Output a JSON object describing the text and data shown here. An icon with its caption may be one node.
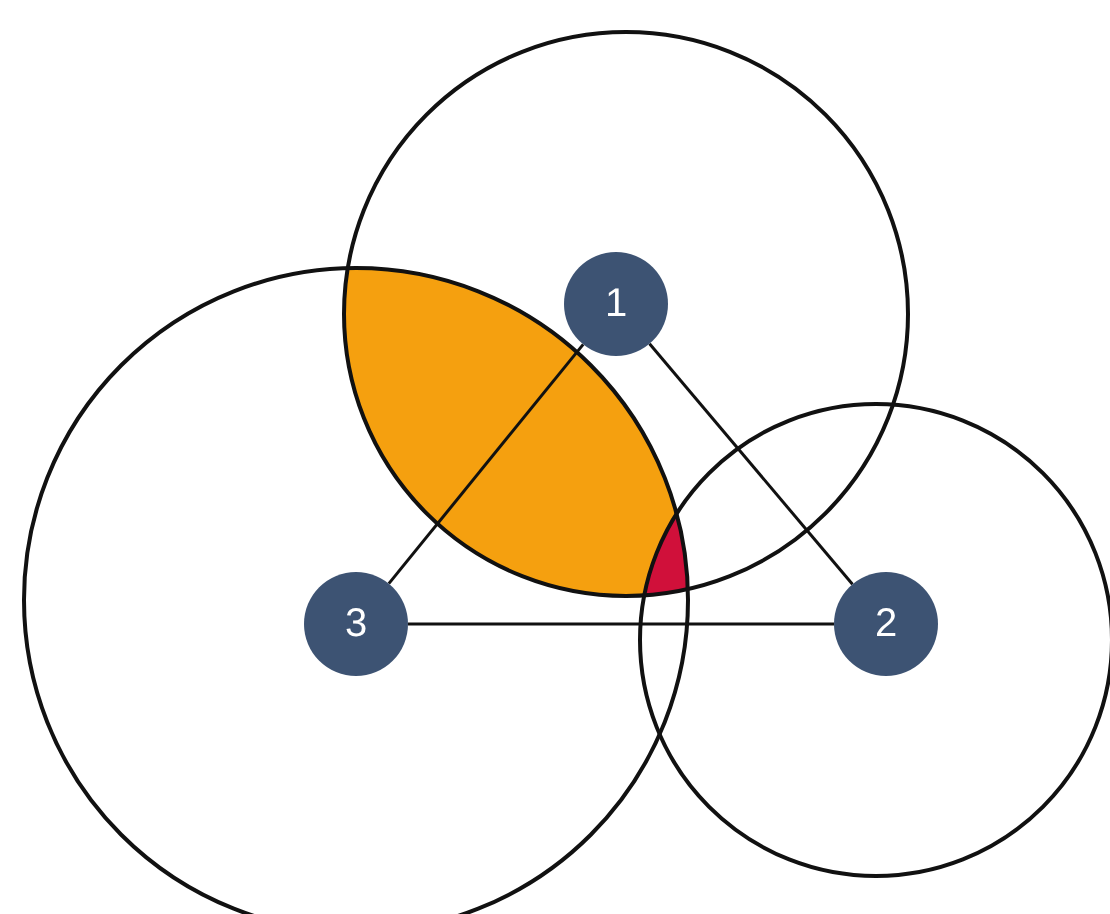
{
  "diagram": {
    "nodes": [
      {
        "text": [
          "1"
        ]
      },
      {
        "text": [
          "2"
        ]
      },
      {
        "text": [
          "3"
        ]
      }
    ],
    "edges": [
      {
        "from": 0,
        "to": 2,
        "arrow": "none"
      },
      {
        "from": 0,
        "to": 1,
        "arrow": "none"
      },
      {
        "from": 2,
        "to": 1,
        "arrow": "none"
      }
    ]
  }
}
